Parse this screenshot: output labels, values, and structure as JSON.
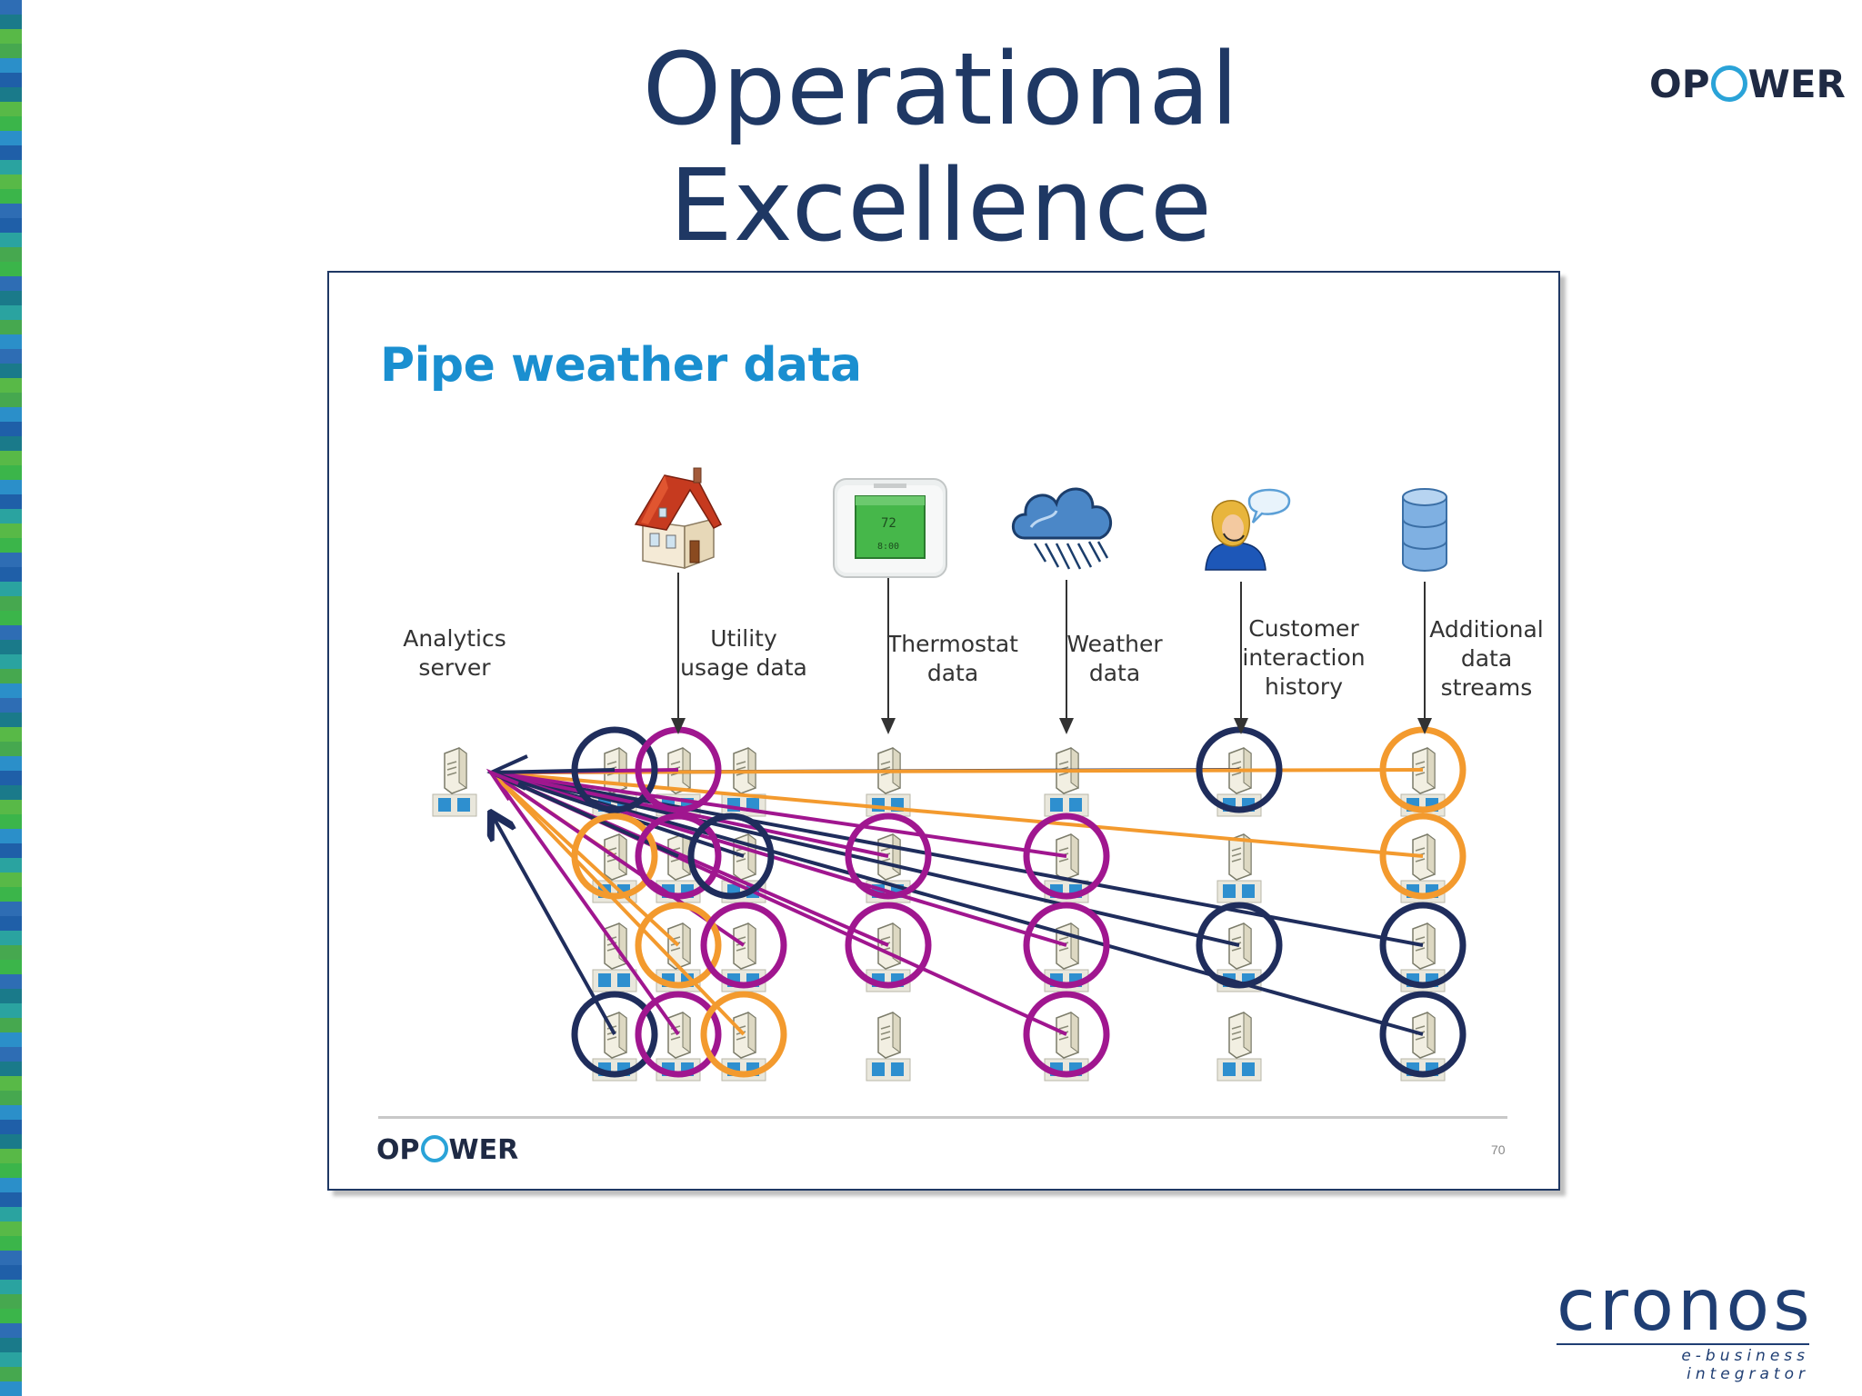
{
  "header": {
    "title": "Operational Excellence",
    "logo_left": "OP",
    "logo_right": "WER"
  },
  "slide": {
    "title": "Pipe weather data",
    "page_number": "70",
    "footer_logo_left": "OP",
    "footer_logo_right": "WER"
  },
  "diagram": {
    "source_labels": [
      {
        "id": "analytics",
        "lines": [
          "Analytics",
          "server"
        ]
      },
      {
        "id": "utility",
        "lines": [
          "Utility",
          "usage data"
        ]
      },
      {
        "id": "thermostat",
        "lines": [
          "Thermostat",
          "data"
        ]
      },
      {
        "id": "weather",
        "lines": [
          "Weather",
          "data"
        ]
      },
      {
        "id": "customer",
        "lines": [
          "Customer",
          "interaction",
          "history"
        ]
      },
      {
        "id": "additional",
        "lines": [
          "Additional",
          "data",
          "streams"
        ]
      }
    ],
    "icons": [
      "house-icon",
      "thermostat-icon",
      "rain-cloud-icon",
      "customer-agent-icon",
      "database-icon"
    ],
    "colors": {
      "navy": "#1f2d5c",
      "magenta": "#a0168f",
      "orange": "#f39a2e",
      "text": "#333333",
      "frame": "#1f3864"
    }
  },
  "branding": {
    "company": "cronos",
    "tagline": "e-business integrator",
    "strip_colors": [
      "#2e6db4",
      "#2aa3a0",
      "#3bb54a",
      "#1f5fa8",
      "#58b947",
      "#2b8fc9",
      "#1a7a8a",
      "#46a84f"
    ]
  }
}
